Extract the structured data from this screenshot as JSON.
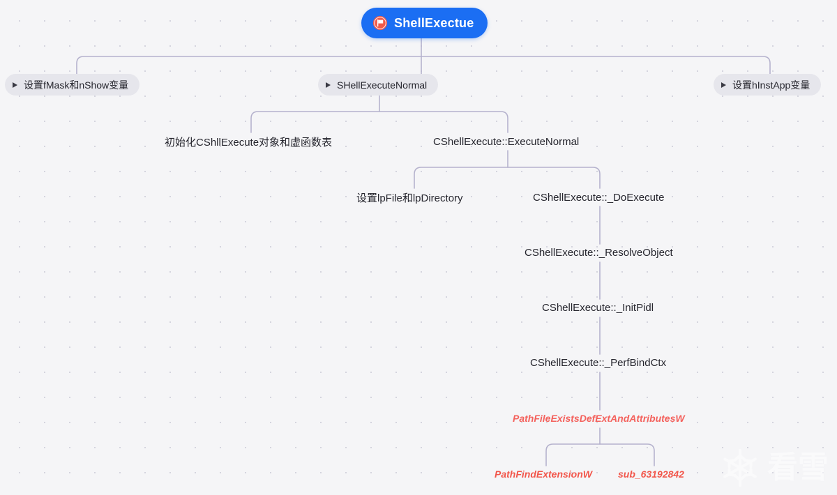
{
  "diagram": {
    "type": "mind-map",
    "background": "#f5f5f7",
    "edge_color": "#b5b2cd",
    "title": "ShellExectue call flow mind map",
    "root": {
      "label": "ShellExectue",
      "icon": "flag-circle-icon",
      "accent": "#1b6ef3",
      "text_color": "#ffffff"
    },
    "level2": [
      {
        "label": "设置fMask和nShow变量",
        "marker": "collapse-triangle-icon"
      },
      {
        "label": "SHellExecuteNormal",
        "marker": "collapse-triangle-icon"
      },
      {
        "label": "设置hInstApp变量",
        "marker": "collapse-triangle-icon"
      }
    ],
    "branch": [
      {
        "label": "初始化CShllExecute对象和虚函数表"
      },
      {
        "label": "CShellExecute::ExecuteNormal"
      },
      {
        "label": "设置lpFile和lpDirectory"
      },
      {
        "label": "CShellExecute::_DoExecute"
      },
      {
        "label": "CShellExecute::_ResolveObject"
      },
      {
        "label": "CShellExecute::_InitPidl"
      },
      {
        "label": "CShellExecute::_PerfBindCtx"
      }
    ],
    "api_nodes": [
      {
        "label": "PathFileExistsDefExtAndAttributesW",
        "color": "#f4615c"
      },
      {
        "label": "PathFindExtensionW",
        "color": "#f2564b"
      },
      {
        "label": "sub_63192842",
        "color": "#f2564b"
      }
    ]
  },
  "watermark": {
    "text": "看雪",
    "icon": "snowflake-icon"
  }
}
